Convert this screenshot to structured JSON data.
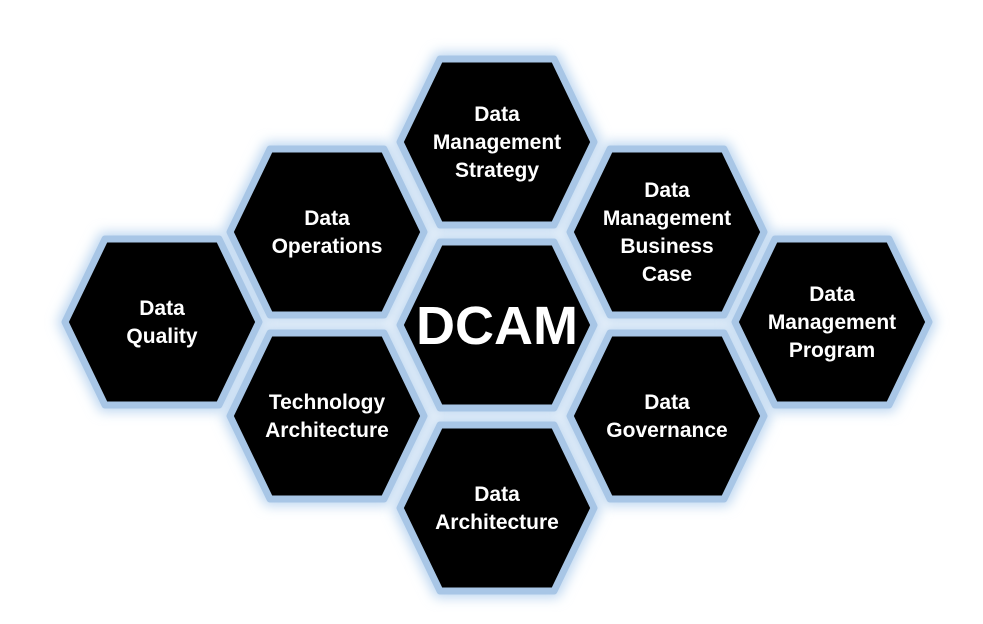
{
  "colors": {
    "hex_fill": "#000000",
    "hex_border": "#a8c6e6",
    "glow": "#bcd6f0",
    "text": "#ffffff"
  },
  "hexagons": [
    {
      "id": "strategy",
      "lines": [
        "Data",
        "Management",
        "Strategy"
      ]
    },
    {
      "id": "dcam",
      "lines": [
        "DCAM"
      ]
    },
    {
      "id": "data-architecture",
      "lines": [
        "Data",
        "Architecture"
      ]
    },
    {
      "id": "operations",
      "lines": [
        "Data",
        "Operations"
      ]
    },
    {
      "id": "technology-architecture",
      "lines": [
        "Technology",
        "Architecture"
      ]
    },
    {
      "id": "quality",
      "lines": [
        "Data",
        "Quality"
      ]
    },
    {
      "id": "business-case",
      "lines": [
        "Data",
        "Management",
        "Business",
        "Case"
      ]
    },
    {
      "id": "governance",
      "lines": [
        "Data",
        "Governance"
      ]
    },
    {
      "id": "program",
      "lines": [
        "Data",
        "Management",
        "Program"
      ]
    }
  ]
}
